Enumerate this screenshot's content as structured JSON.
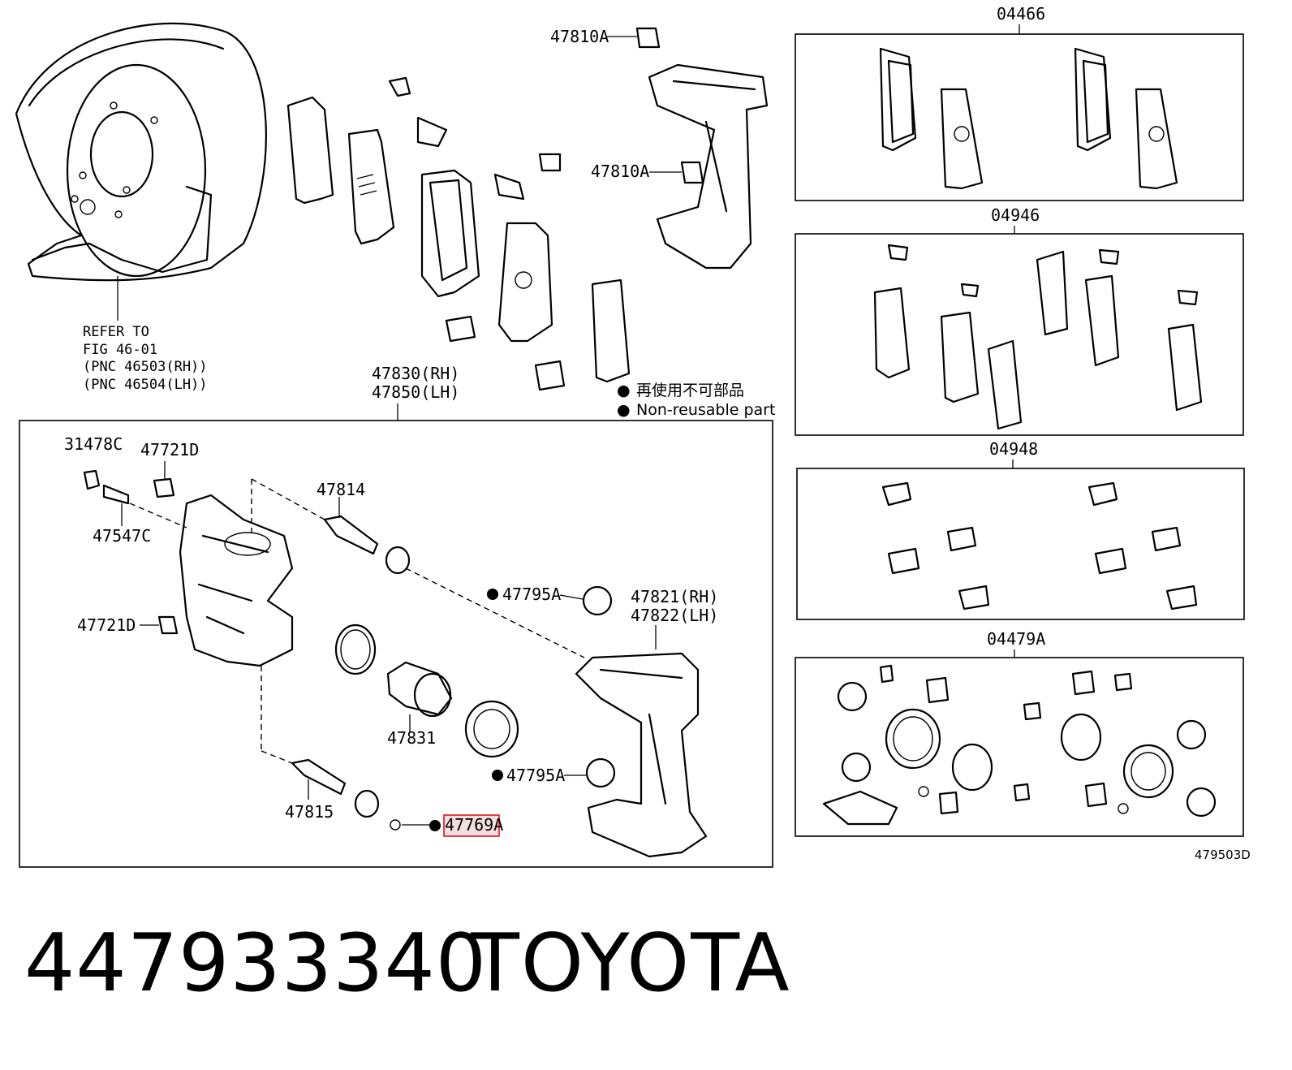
{
  "footer": {
    "part_number": "447933340",
    "brand": "TOYOTA"
  },
  "figure_code": "479503D",
  "legend": {
    "marker": "●",
    "japanese": "再使用不可部品",
    "english": "Non-reusable part"
  },
  "refer": {
    "line1": "REFER TO",
    "line2": "FIG 46-01",
    "line3": "(PNC 46503(RH))",
    "line4": "(PNC 46504(LH))"
  },
  "labels": {
    "bolt_top": "47810A",
    "bolt_mid": "47810A",
    "caliper_rh": "47830(RH)",
    "caliper_lh": "47850(LH)",
    "bleeder_cap": "31478C",
    "bleeder_plug": "47547C",
    "bolt_upper": "47721D",
    "bolt_lower": "47721D",
    "pin_upper": "47814",
    "pin_lower": "47815",
    "clip_upper": "47795A",
    "clip_lower": "47795A",
    "mount_rh": "47821(RH)",
    "mount_lh": "47822(LH)",
    "piston": "47831",
    "bushing": "47769A"
  },
  "kits": {
    "pads": "04466",
    "shims": "04946",
    "fittings": "04948",
    "seal_kit": "04479A"
  }
}
